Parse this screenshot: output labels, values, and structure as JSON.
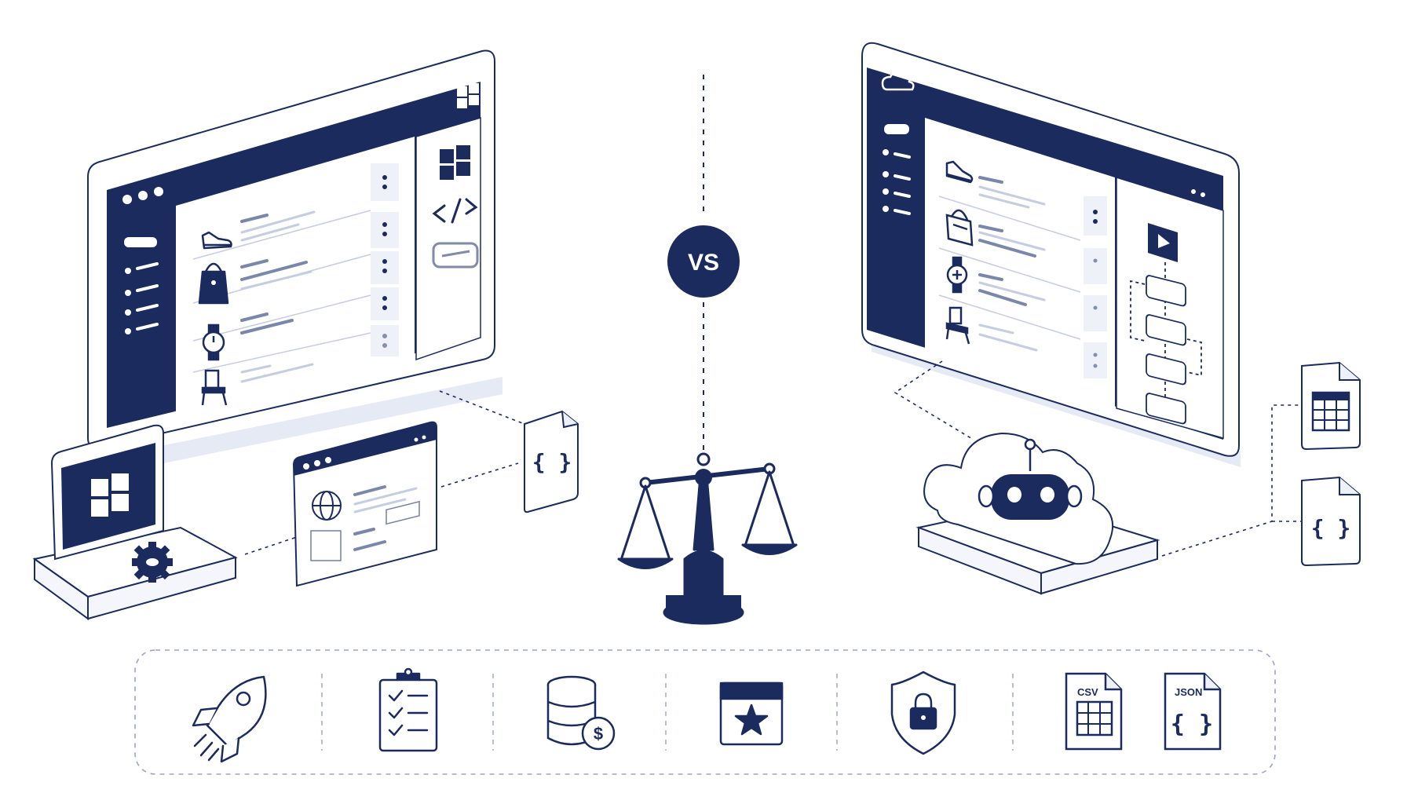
{
  "center": {
    "vs_label": "VS"
  },
  "files": {
    "csv_label": "CSV",
    "json_label": "JSON",
    "brace_glyph": "{ }"
  },
  "colors": {
    "navy": "#1b2b5e",
    "outline": "#1b2b5e",
    "panel_fill": "#f4f6fb",
    "shadow": "#e6eaf4",
    "background": "#ffffff"
  },
  "icons": {
    "left_monitor": [
      "windows-logo-icon",
      "shoe-icon",
      "handbag-icon",
      "watch-icon",
      "chair-icon",
      "code-icon",
      "link-icon",
      "kebab-menu-icon"
    ],
    "right_monitor": [
      "cloud-icon",
      "shoe-icon",
      "handbag-icon",
      "watch-icon",
      "chair-icon",
      "play-icon",
      "flowchart-icon",
      "kebab-menu-icon"
    ],
    "left_devices": [
      "laptop-windows-icon",
      "gear-icon",
      "browser-window-icon",
      "globe-icon",
      "json-file-icon"
    ],
    "right_devices": [
      "cloud-robot-icon",
      "spreadsheet-file-icon",
      "json-file-icon"
    ],
    "center": [
      "vs-badge-icon",
      "balance-scale-icon"
    ],
    "feature_strip": [
      "rocket-icon",
      "checklist-icon",
      "database-cost-icon",
      "calendar-star-icon",
      "shield-lock-icon",
      "csv-file-icon",
      "json-file-icon"
    ]
  }
}
